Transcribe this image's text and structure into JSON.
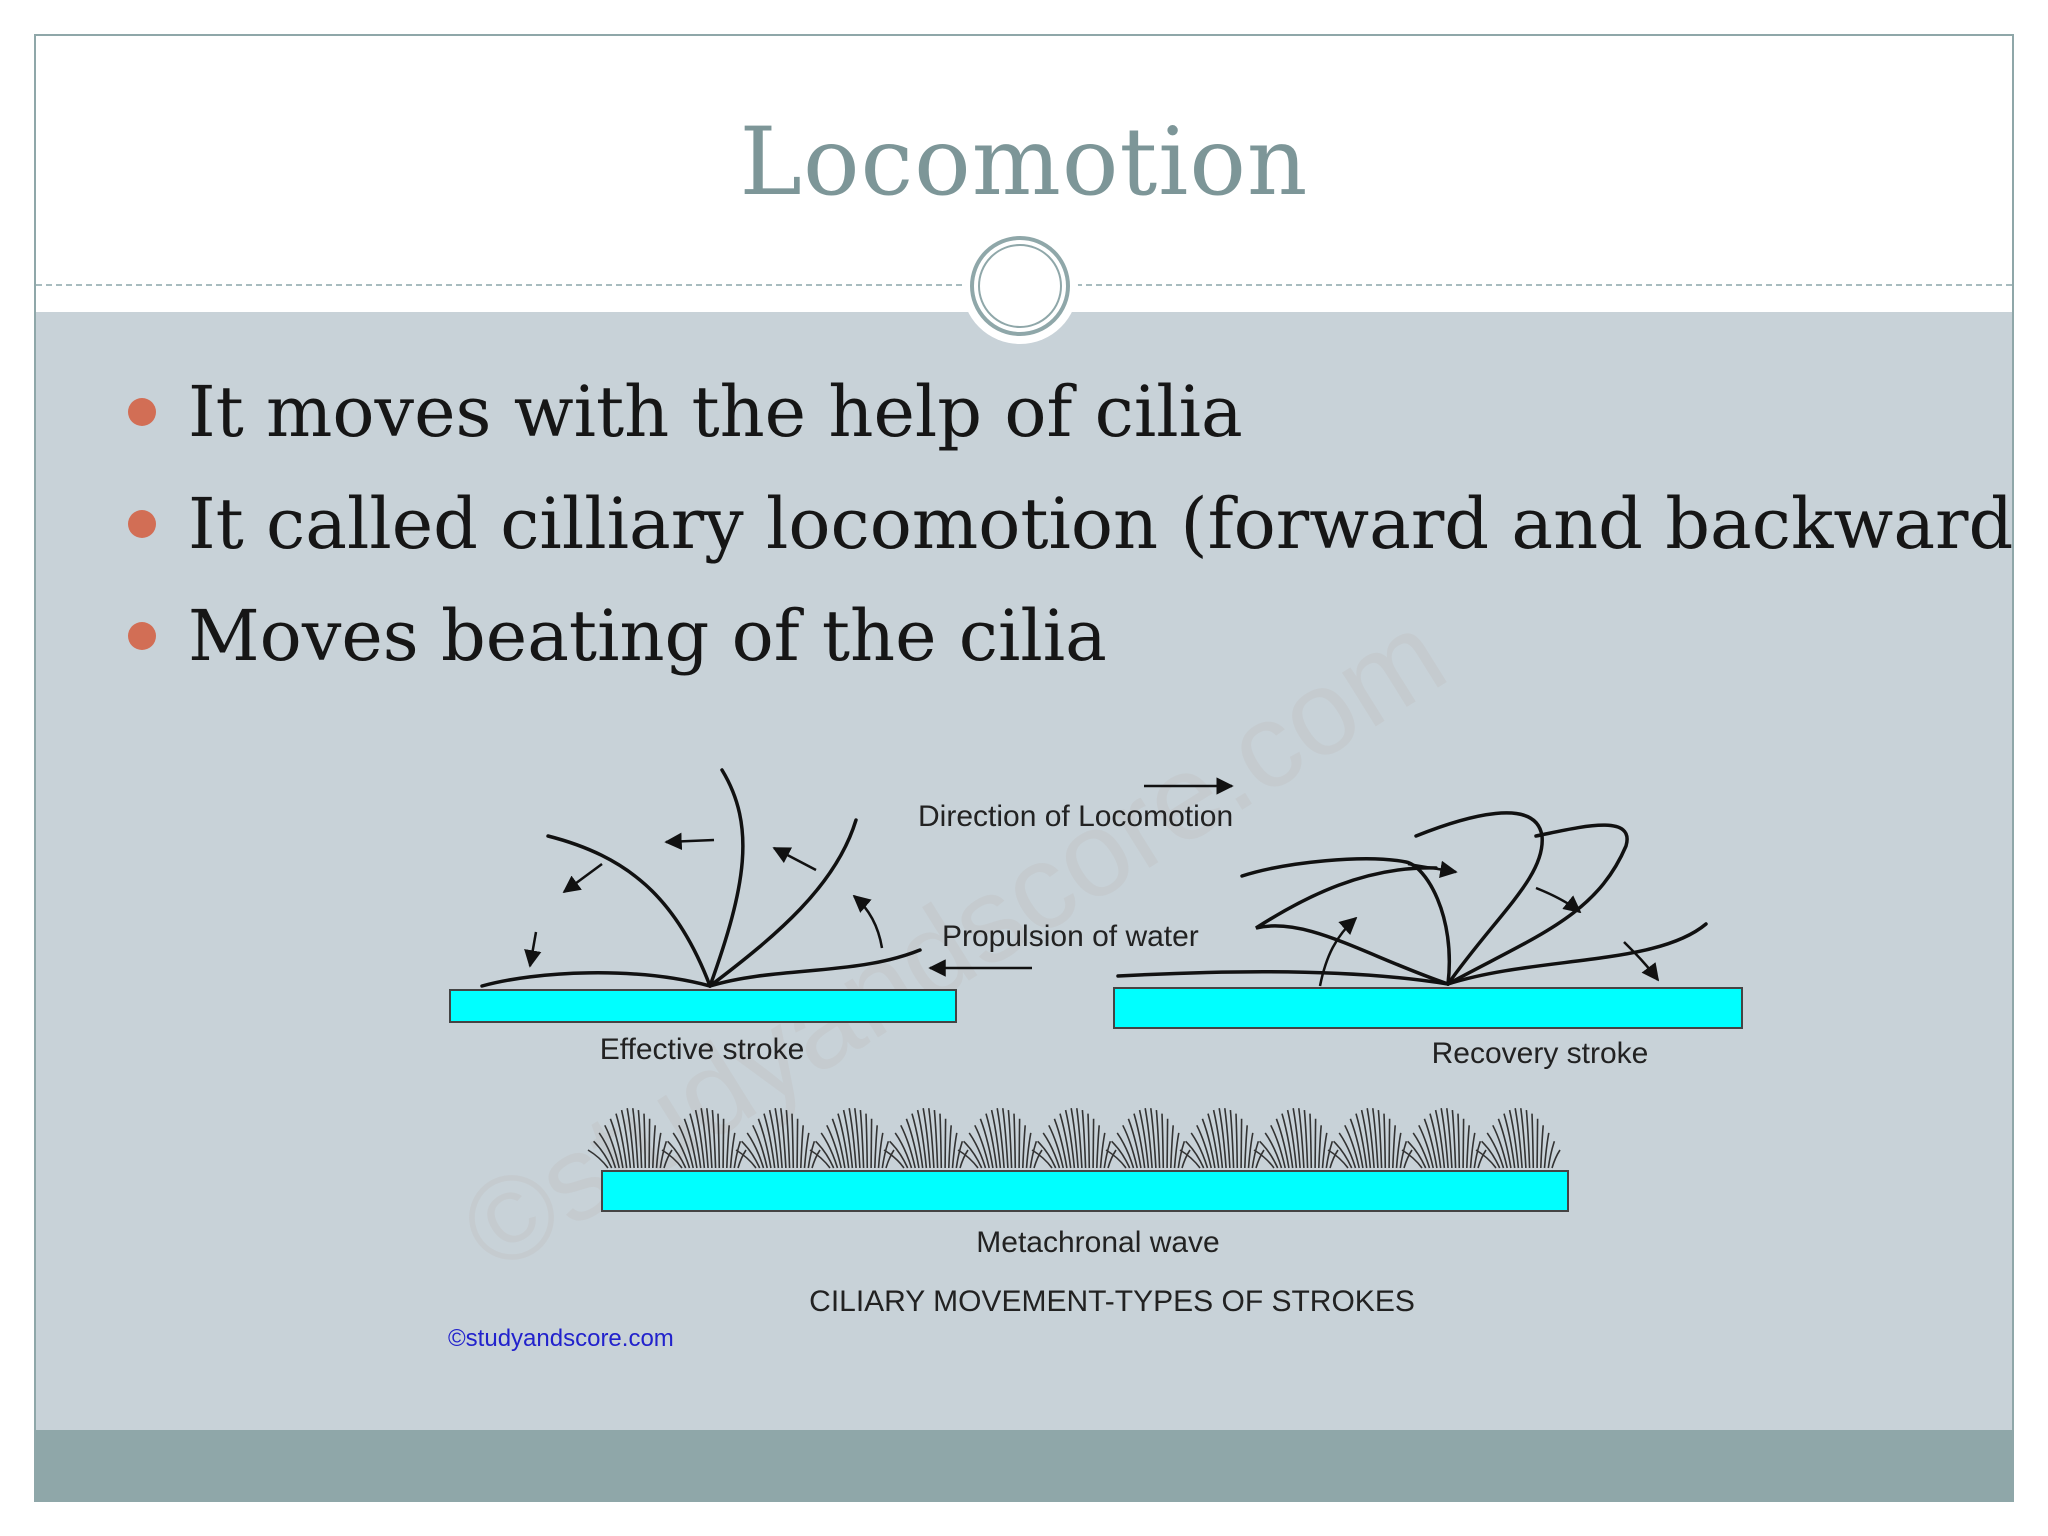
{
  "slide": {
    "title": "Locomotion",
    "bullets": [
      "It moves with the help of cilia",
      "It called cilliary locomotion (forward and backward)",
      "Moves beating of the cilia"
    ]
  },
  "figure": {
    "direction_label": "Direction of Locomotion",
    "propulsion_label": "Propulsion of water",
    "effective_label": "Effective stroke",
    "recovery_label": "Recovery stroke",
    "metachronal_label": "Metachronal wave",
    "caption": "CILIARY MOVEMENT-TYPES OF STROKES",
    "credit": "©studyandscore.com",
    "watermark": "©studyandscore.com"
  },
  "colors": {
    "content_bg": "#c8d2d8",
    "title": "#7d9698",
    "bullet_dot": "#d26e55",
    "footer_bar": "#8fa7a9",
    "cilia_base": "#00ffff",
    "credit_text": "#2222cc"
  }
}
